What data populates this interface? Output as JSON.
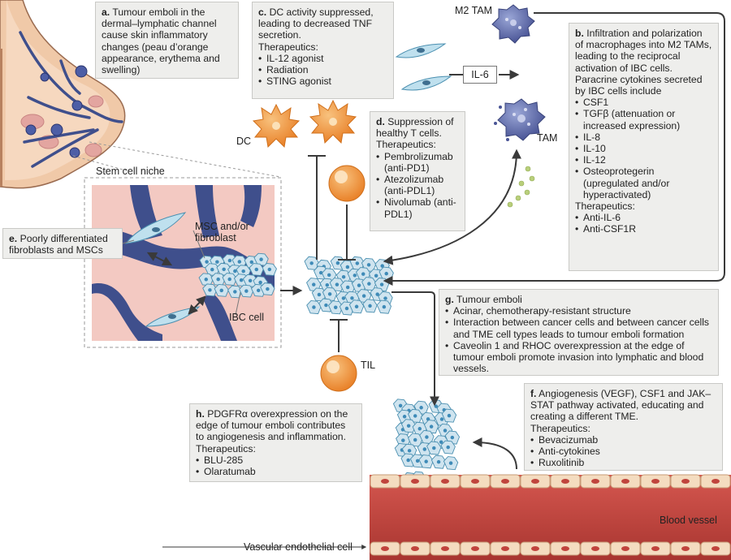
{
  "boxes": {
    "a": {
      "letter": "a.",
      "text": "Tumour emboli in the dermal–lymphatic channel cause skin inflammatory changes (peau d’orange appearance, erythema and swelling)"
    },
    "b": {
      "letter": "b.",
      "text": "Infiltration and polarization of macrophages into M2 TAMs, leading to the reciprocal activation of IBC cells. Paracrine cytokines secreted by IBC cells include",
      "items": [
        "CSF1",
        "TGFβ (attenuation or increased expression)",
        "IL-8",
        "IL-10",
        "IL-12",
        "Osteoprotegerin (upregulated and/or hyperactivated)"
      ],
      "ther_label": "Therapeutics:",
      "therapeutics": [
        "Anti-IL-6",
        "Anti-CSF1R"
      ]
    },
    "c": {
      "letter": "c.",
      "text": "DC activity suppressed, leading to decreased TNF secretion.",
      "ther_label": "Therapeutics:",
      "therapeutics": [
        "IL-12 agonist",
        "Radiation",
        "STING agonist"
      ]
    },
    "d": {
      "letter": "d.",
      "text": "Suppression of healthy T cells.",
      "ther_label": "Therapeutics:",
      "therapeutics": [
        "Pembrolizumab (anti-PD1)",
        "Atezolizumab (anti-PDL1)",
        "Nivolumab (anti-PDL1)"
      ]
    },
    "e": {
      "letter": "e.",
      "text": "Poorly differentiated fibroblasts and MSCs"
    },
    "f": {
      "letter": "f.",
      "text": "Angiogenesis (VEGF), CSF1 and JAK–STAT pathway activated, educating and creating a different TME.",
      "ther_label": "Therapeutics:",
      "therapeutics": [
        "Bevacizumab",
        "Anti-cytokines",
        "Ruxolitinib"
      ]
    },
    "g": {
      "letter": "g.",
      "text": "Tumour emboli",
      "items": [
        "Acinar, chemotherapy-resistant structure",
        "Interaction between cancer cells and between cancer cells and TME cell types leads to tumour emboli formation",
        "Caveolin 1 and RHOC overexpression at the edge of tumour emboli promote invasion into lymphatic and blood vessels."
      ]
    },
    "h": {
      "letter": "h.",
      "text": "PDGFRα overexpression on the edge of tumour emboli contributes to angiogenesis and inflammation.",
      "ther_label": "Therapeutics:",
      "therapeutics": [
        "BLU-285",
        "Olaratumab"
      ]
    }
  },
  "labels": {
    "m2tam": "M2 TAM",
    "tam": "TAM",
    "il6": "IL-6",
    "dc": "DC",
    "til": "TIL",
    "stem_niche": "Stem cell niche",
    "msc": "MSC and/or fibroblast",
    "ibc": "IBC cell",
    "blood_vessel": "Blood vessel",
    "endothelial": "Vascular endothelial cell"
  },
  "colors": {
    "box_bg": "#eeeeec",
    "arrow": "#3a3a3a",
    "tumour_cell": "#cfe4ef",
    "orange_cell": "#f29a3a",
    "tam": "#5a68a8",
    "niche_bg": "#f3c9c2",
    "vessel": "#c0443d",
    "endothelium": "#f4dcc0",
    "lymph": "#3f4f8c"
  }
}
